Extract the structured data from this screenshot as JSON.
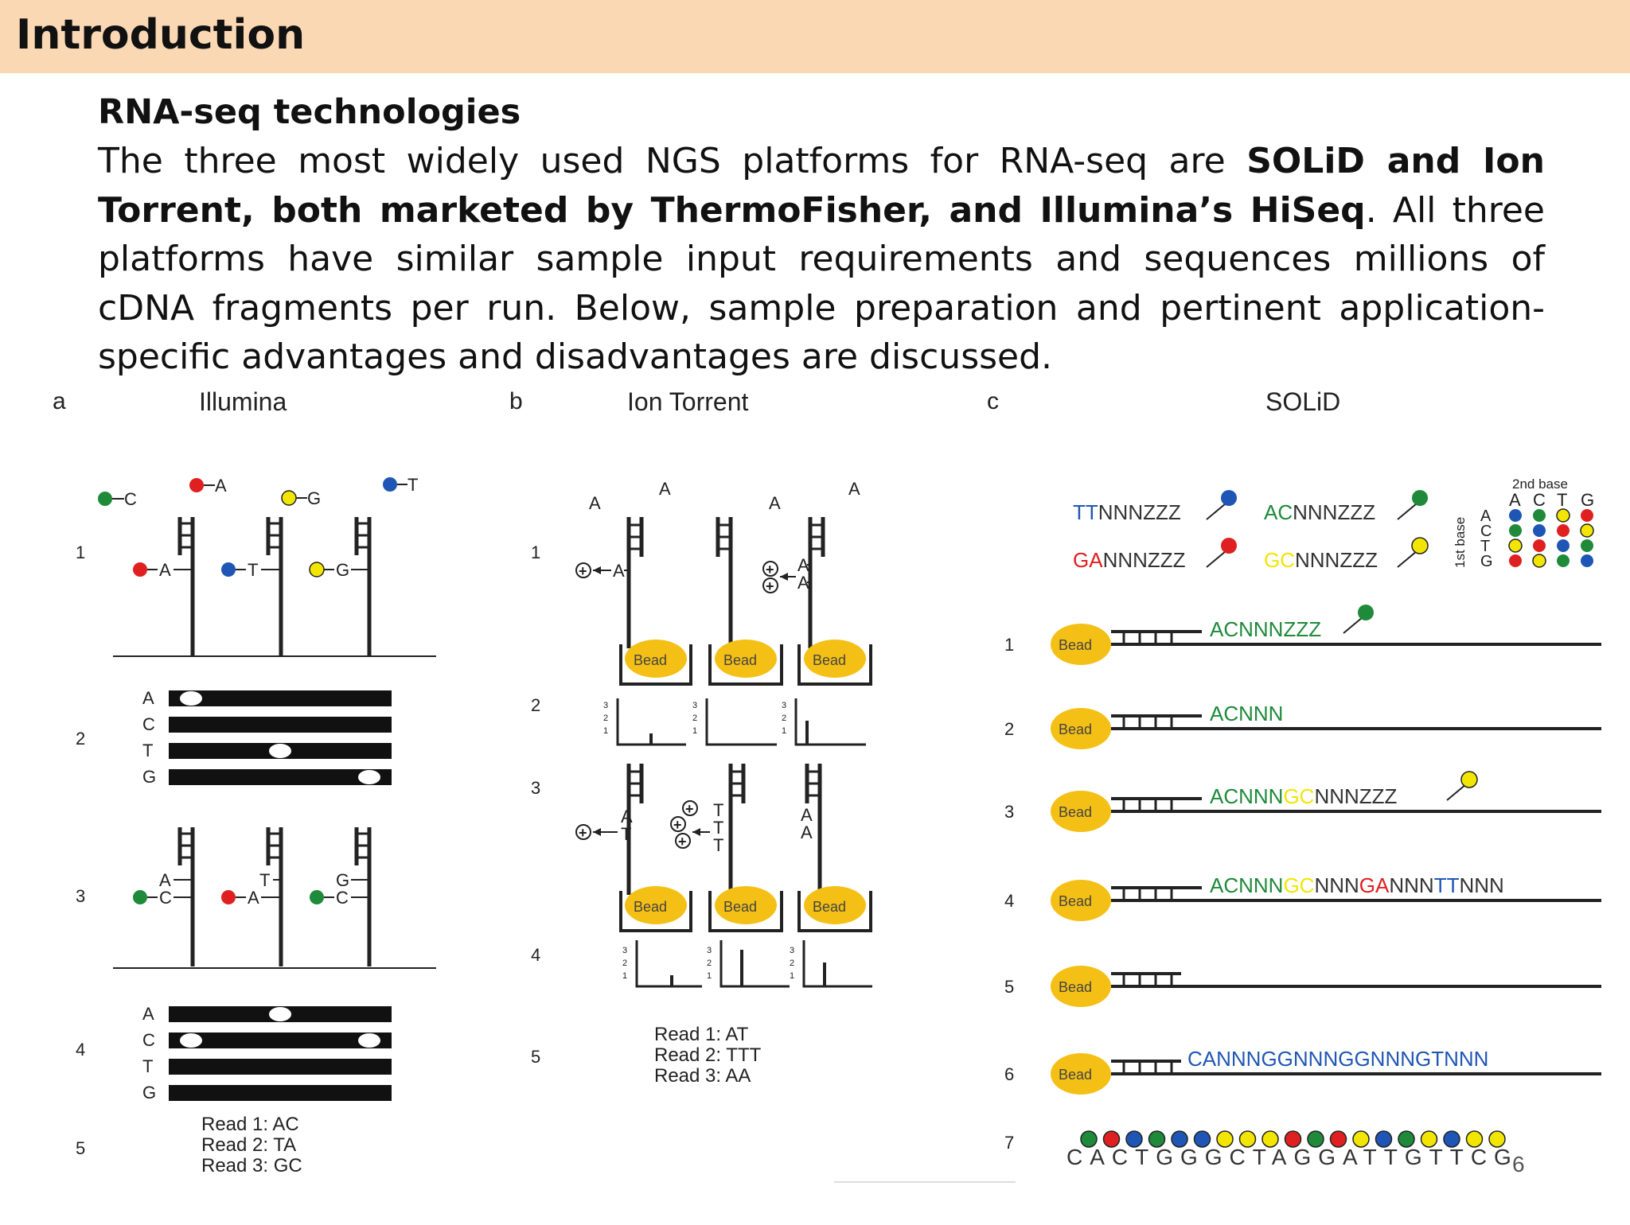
{
  "header": {
    "title": "Introduction"
  },
  "section": {
    "heading": "RNA-seq technologies",
    "p_intro": "The three most widely used NGS platforms for RNA-seq are ",
    "p_bold": "SOLiD and Ion Torrent, both marketed by ThermoFisher, and Illumina’s HiSeq",
    "p_rest": ". All three platforms have similar sample input requirements and sequences millions of cDNA fragments per run. Below, sample preparation and pertinent application-specific advantages and disadvantages are discussed."
  },
  "figure": {
    "panel_a": {
      "letter": "a",
      "title": "Illumina",
      "steps": [
        "1",
        "2",
        "3",
        "4",
        "5"
      ],
      "base_labels": [
        "A",
        "C",
        "T",
        "G"
      ],
      "step1_free": [
        "C",
        "A",
        "G",
        "T"
      ],
      "step1_incorporated": [
        "A",
        "T",
        "G"
      ],
      "step3_top": [
        "A",
        "T",
        "G"
      ],
      "step3_bottom": [
        "C",
        "A",
        "C"
      ],
      "reads": [
        "Read 1: AC",
        "Read 2: TA",
        "Read 3: GC"
      ]
    },
    "panel_b": {
      "letter": "b",
      "title": "Ion Torrent",
      "steps": [
        "1",
        "2",
        "3",
        "4",
        "5"
      ],
      "bead_label": "Bead",
      "top_labels": [
        "A",
        "A",
        "A",
        "A"
      ],
      "step1_strand": [
        "A",
        "A",
        "A"
      ],
      "step3_strand": [
        "A",
        "T",
        "T",
        "T",
        "T",
        "A",
        "A"
      ],
      "hist_ticks": [
        "3",
        "2",
        "1"
      ],
      "reads": [
        "Read 1: AT",
        "Read 2: TTT",
        "Read 3: AA"
      ]
    },
    "panel_c": {
      "letter": "c",
      "title": "SOLiD",
      "probes": [
        {
          "colored": "TT",
          "rest": "NNNZZZ"
        },
        {
          "colored": "AC",
          "rest": "NNNZZZ"
        },
        {
          "colored": "GA",
          "rest": "NNNZZZ"
        },
        {
          "colored": "GC",
          "rest": "NNNZZZ"
        }
      ],
      "matrix_top_label": "2nd base",
      "matrix_side_label": "1st base",
      "matrix_bases": [
        "A",
        "C",
        "T",
        "G"
      ],
      "bead_label": "Bead",
      "steps": [
        "1",
        "2",
        "3",
        "4",
        "5",
        "6",
        "7"
      ],
      "row1_text": "ACNNNZZZ",
      "row2_text": "ACNNN",
      "row3_text": [
        "ACNNN",
        "GC",
        "NNNZZZ"
      ],
      "row4_text": [
        "ACNNN",
        "GC",
        "NNN",
        "GA",
        "NNN",
        "TT",
        "NNN"
      ],
      "row6_text": "CANNNGGNNNGGNNNGTNNN",
      "row7_seq": "CACTGGGCTAGGATTGTTCG"
    }
  },
  "page_number": "6",
  "colors": {
    "header_bg": "#fad8b4",
    "red": "#e02020",
    "green": "#1e8a3a",
    "blue": "#1f56b5",
    "yellow": "#f2e600",
    "bead": "#f5c015"
  }
}
